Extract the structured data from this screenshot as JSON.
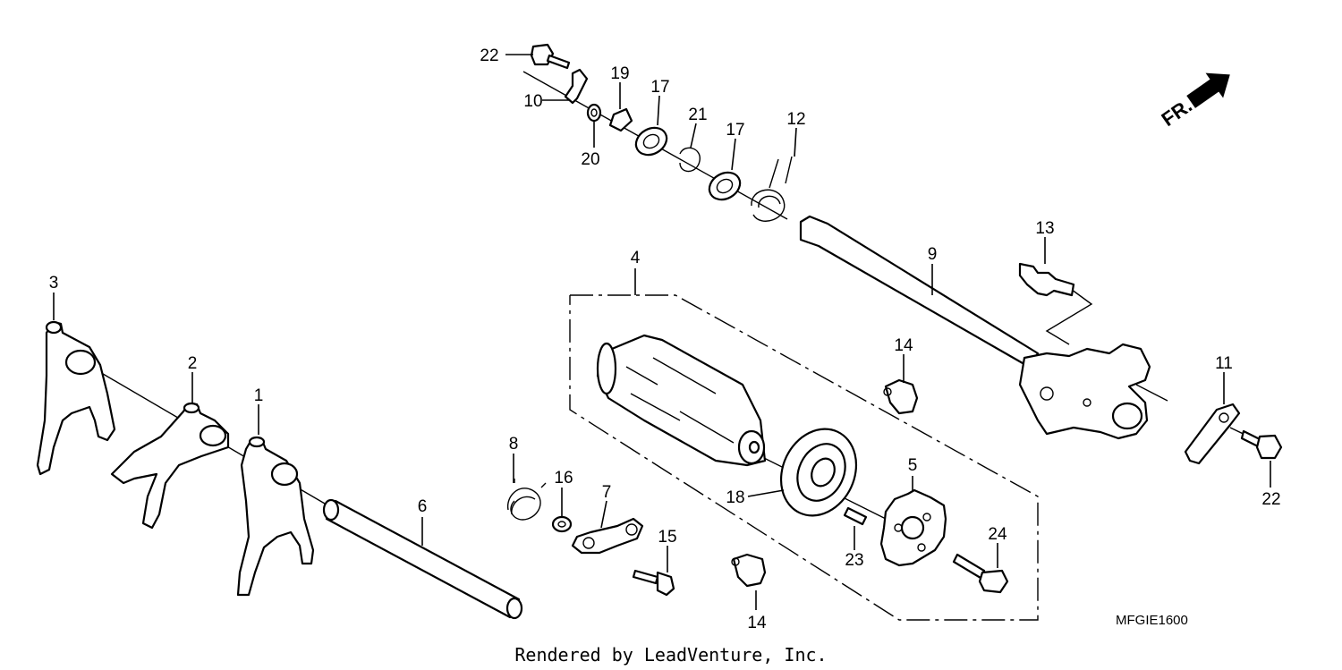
{
  "callouts": [
    {
      "id": "1",
      "label": "1"
    },
    {
      "id": "2",
      "label": "2"
    },
    {
      "id": "3",
      "label": "3"
    },
    {
      "id": "4",
      "label": "4"
    },
    {
      "id": "5",
      "label": "5"
    },
    {
      "id": "6",
      "label": "6"
    },
    {
      "id": "7",
      "label": "7"
    },
    {
      "id": "8",
      "label": "8"
    },
    {
      "id": "9",
      "label": "9"
    },
    {
      "id": "10",
      "label": "10"
    },
    {
      "id": "11",
      "label": "11"
    },
    {
      "id": "12",
      "label": "12"
    },
    {
      "id": "13",
      "label": "13"
    },
    {
      "id": "14a",
      "label": "14"
    },
    {
      "id": "14b",
      "label": "14"
    },
    {
      "id": "15",
      "label": "15"
    },
    {
      "id": "16",
      "label": "16"
    },
    {
      "id": "17a",
      "label": "17"
    },
    {
      "id": "17b",
      "label": "17"
    },
    {
      "id": "18",
      "label": "18"
    },
    {
      "id": "19",
      "label": "19"
    },
    {
      "id": "20",
      "label": "20"
    },
    {
      "id": "21",
      "label": "21"
    },
    {
      "id": "22a",
      "label": "22"
    },
    {
      "id": "22b",
      "label": "22"
    },
    {
      "id": "23",
      "label": "23"
    },
    {
      "id": "24",
      "label": "24"
    }
  ],
  "diagram_code": "MFGIE1600",
  "direction_label": "FR.",
  "credit": "Rendered by LeadVenture, Inc.",
  "icons": {
    "front_arrow": "arrow-up-right-icon"
  }
}
